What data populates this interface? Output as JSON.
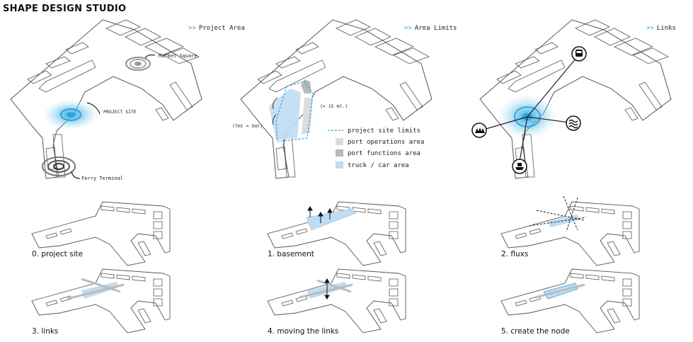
{
  "studio_title": "SHAPE DESIGN STUDIO",
  "panels": {
    "project_area": {
      "title": "Project Area",
      "labels": {
        "market": "Market Square",
        "site": "PROJECT SITE",
        "ferry": "Ferry Terminal"
      }
    },
    "area_limits": {
      "title": "Area Limits",
      "dims": {
        "d1": "(≈ 15 mt.)",
        "d2": "(7mt ≈ 5mt)"
      },
      "legend": [
        {
          "label": "project site limits",
          "swatch": "dashed",
          "color": "#29a3e0"
        },
        {
          "label": "port operations area",
          "swatch": "fill",
          "color": "#dcdcdc"
        },
        {
          "label": "port functions area",
          "swatch": "fill",
          "color": "#b9b9b9"
        },
        {
          "label": "truck / car area",
          "swatch": "fill",
          "color": "#bfdcf2"
        }
      ]
    },
    "links": {
      "title": "Links"
    }
  },
  "arrows_prefix": ">>",
  "steps": [
    {
      "label": "0. project site"
    },
    {
      "label": "1. basement"
    },
    {
      "label": "2. fluxs"
    },
    {
      "label": "3. links"
    },
    {
      "label": "4. moving the links"
    },
    {
      "label": "5. create the node"
    }
  ],
  "colors": {
    "accent": "#29a3e0",
    "light_blue": "#bfdcf2",
    "line": "#444444"
  }
}
